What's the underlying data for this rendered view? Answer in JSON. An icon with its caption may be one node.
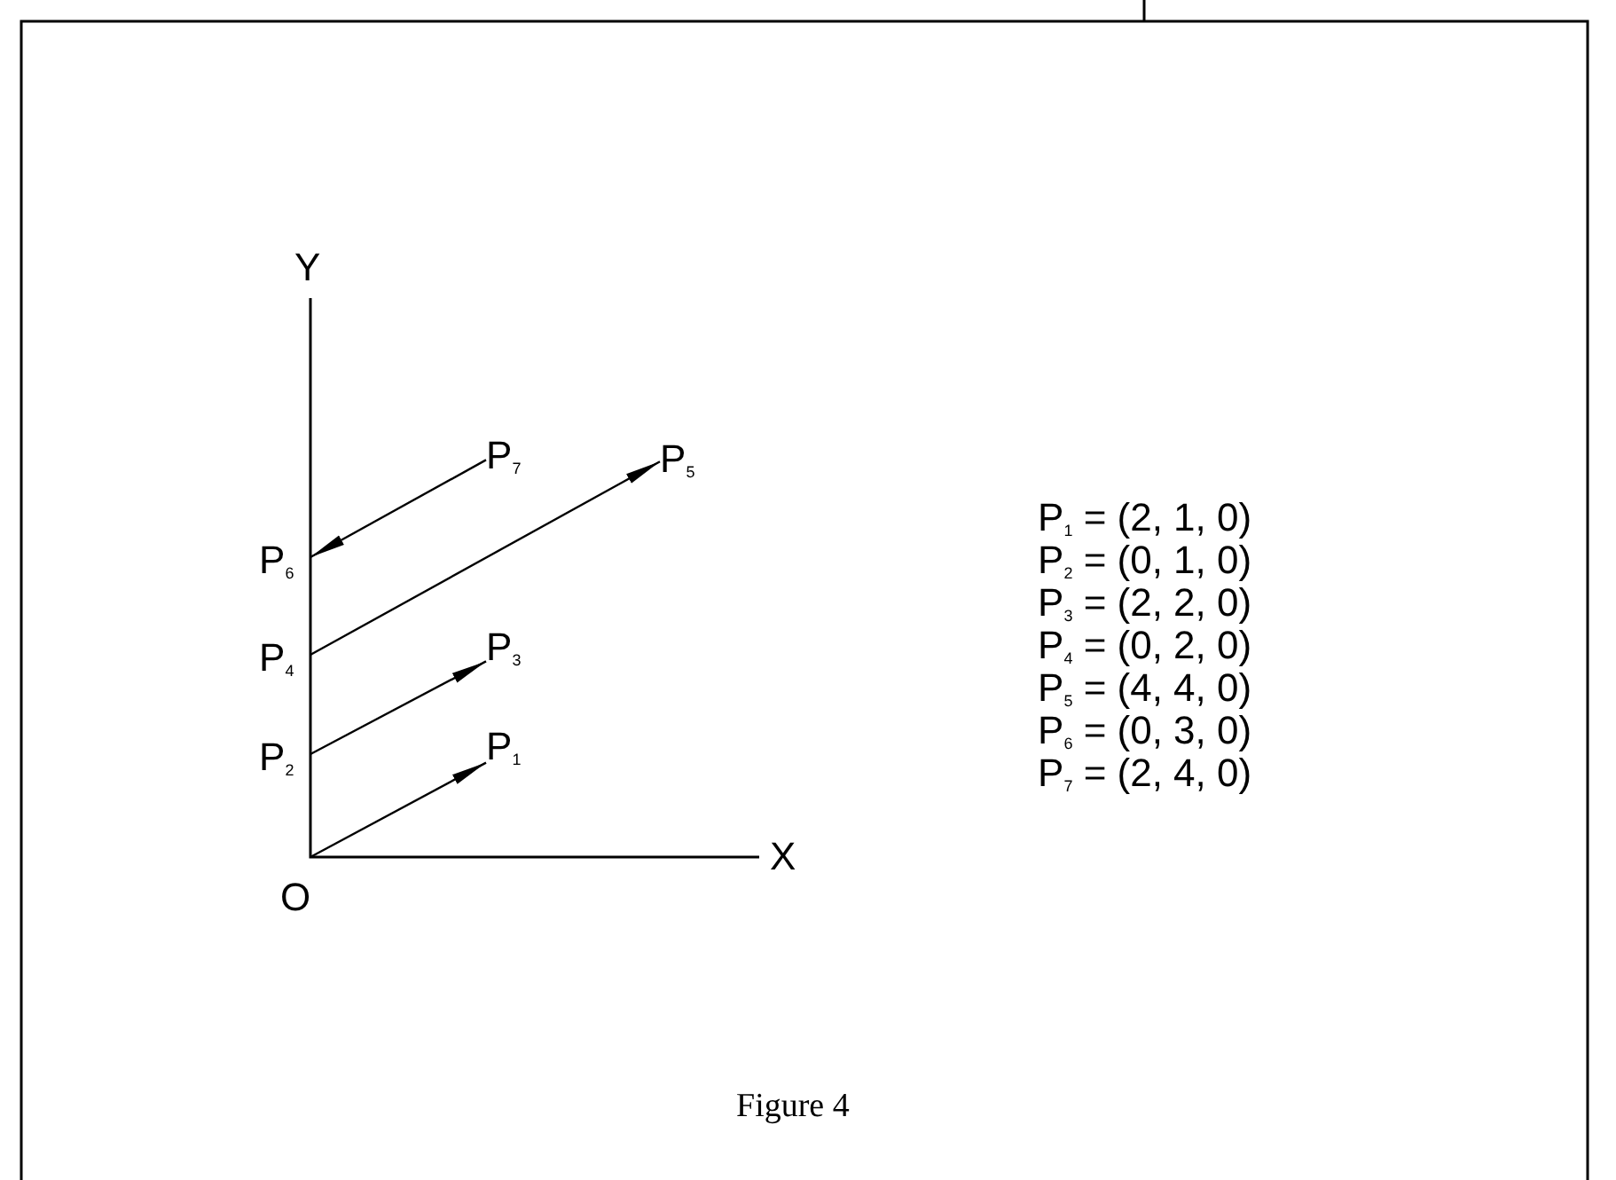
{
  "diagram": {
    "caption": "Figure 4",
    "nodes": [
      {
        "text": [
          "O"
        ]
      },
      {
        "text": [
          "P$_{1}$"
        ]
      },
      {
        "text": [
          "P$_{2}$"
        ]
      },
      {
        "text": [
          "P$_{3}$"
        ]
      },
      {
        "text": [
          "P$_{4}$"
        ]
      },
      {
        "text": [
          "P$_{5}$"
        ]
      },
      {
        "text": [
          "P$_{6}$"
        ]
      },
      {
        "text": [
          "P$_{7}$"
        ]
      }
    ],
    "edges": [
      {
        "from": 0,
        "to": 1,
        "arrow": "to"
      },
      {
        "from": 2,
        "to": 3,
        "arrow": "to"
      },
      {
        "from": 4,
        "to": 5,
        "arrow": "to"
      },
      {
        "from": 7,
        "to": 6,
        "arrow": "to"
      }
    ],
    "labels": [
      "Y",
      "X",
      "P$_{1}$ = (2, 1, 0)",
      "P$_{2}$ = (0, 1, 0)",
      "P$_{3}$ = (2, 2, 0)",
      "P$_{4}$ = (0, 2, 0)",
      "P$_{5}$ = (4, 4, 0)",
      "P$_{6}$ = (0, 3, 0)",
      "P$_{7}$ = (2, 4, 0)"
    ]
  }
}
